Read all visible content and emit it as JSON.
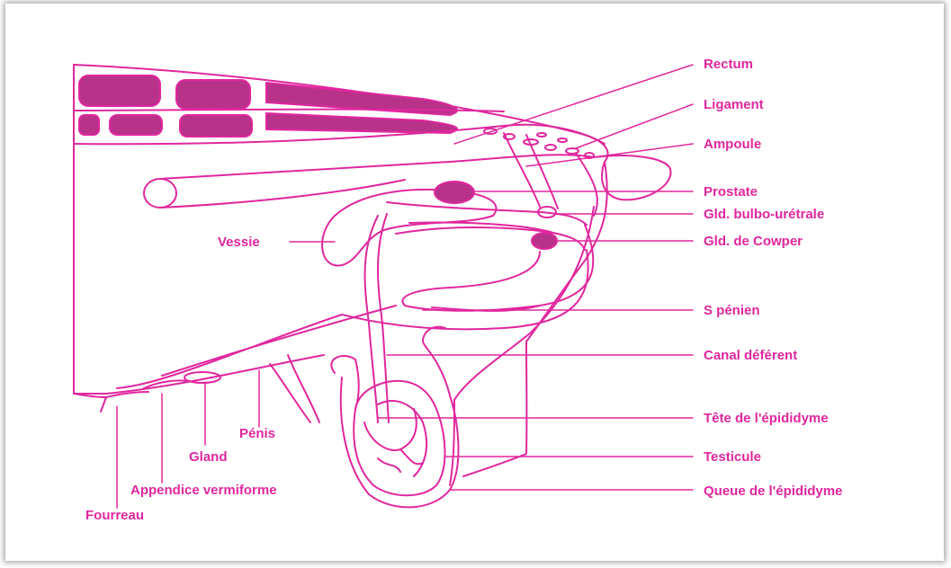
{
  "colors": {
    "line": "#e0279e",
    "muscle": "#b8328a",
    "label": "#e0279e"
  },
  "labels": {
    "rectum": "Rectum",
    "ligament": "Ligament",
    "ampoule": "Ampoule",
    "prostate": "Prostate",
    "bulbo": "Gld. bulbo-urétrale",
    "cowper": "Gld. de Cowper",
    "vessie": "Vessie",
    "s_penien": "S pénien",
    "canal": "Canal déférent",
    "tete": "Tête de l'épididyme",
    "testicule": "Testicule",
    "queue": "Queue de l'épididyme",
    "penis": "Pénis",
    "gland": "Gland",
    "appendice": "Appendice vermiforme",
    "fourreau": "Fourreau"
  }
}
